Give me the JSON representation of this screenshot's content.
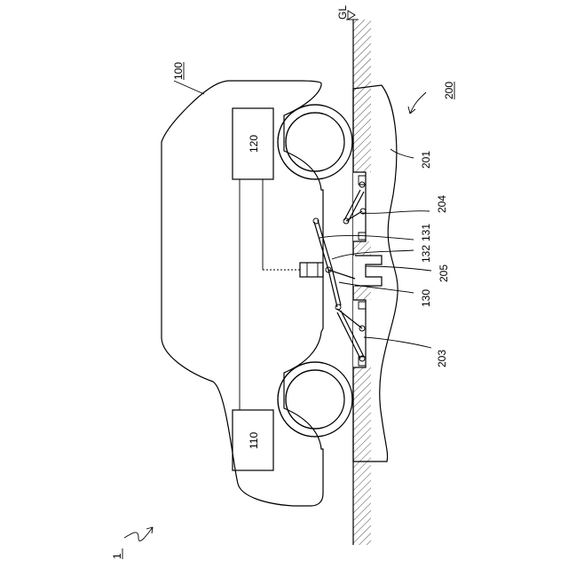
{
  "labels": {
    "system": "1",
    "vehicle": "100",
    "unit_110": "110",
    "unit_120": "120",
    "part_130": "130",
    "part_131": "131",
    "part_132": "132",
    "facility": "200",
    "part_201": "201",
    "part_203": "203",
    "part_204": "204",
    "part_205": "205",
    "ground_level": "GL"
  }
}
